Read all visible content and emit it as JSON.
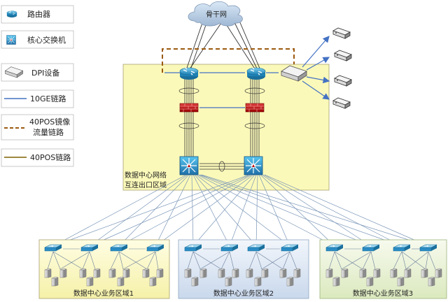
{
  "legend": {
    "router": "路由器",
    "core_switch": "核心交换机",
    "dpi": "DPI设备",
    "link_10ge": "10GE链路",
    "mirror_line1": "40POS镜像",
    "mirror_line2": "流量链路",
    "link_40pos": "40POS链路"
  },
  "cloud_label": "骨干网",
  "dc_interconnect_line1": "数据中心网络",
  "dc_interconnect_line2": "互连出口区域",
  "zones": [
    {
      "label": "数据中心业务区域1"
    },
    {
      "label": "数据中心业务区域2"
    },
    {
      "label": "数据中心业务区域3"
    }
  ],
  "colors": {
    "yellow_zone": "#fbf9b9",
    "zone2": "#dce6f2",
    "zone3": "#ebf3d6",
    "link_10ge": "#4472c4",
    "link_40pos": "#7f6000",
    "mirror": "#9c5a10",
    "router": "#2e8fbf",
    "firewall": "#c00000"
  },
  "icons": {
    "router": "router-icon",
    "core_switch": "core-switch-icon",
    "dpi": "dpi-device-icon",
    "firewall": "firewall-icon",
    "cloud": "cloud-icon",
    "server": "server-icon"
  }
}
